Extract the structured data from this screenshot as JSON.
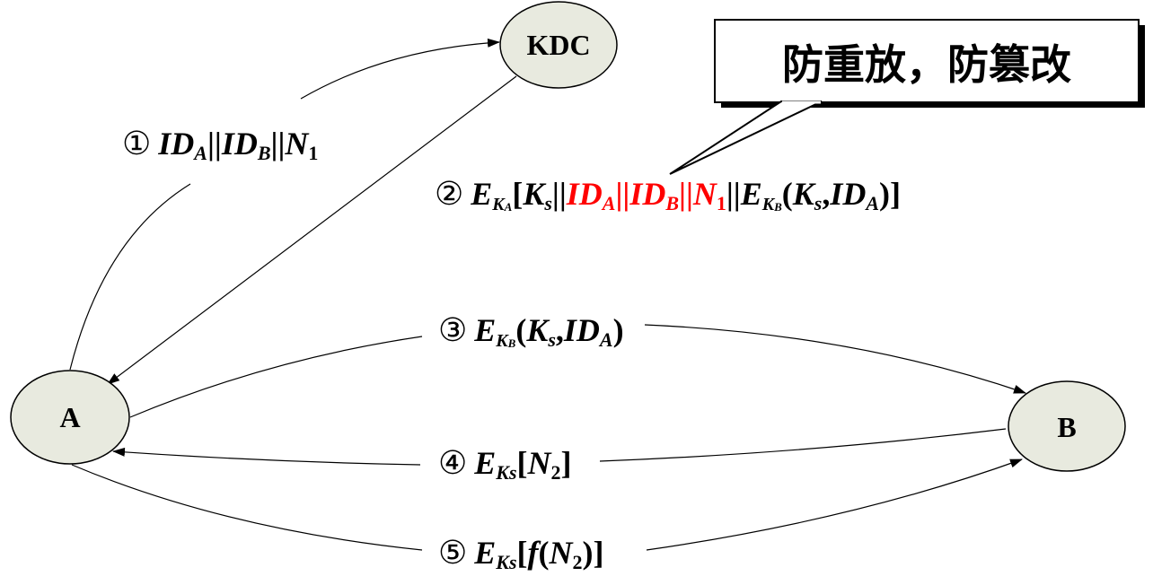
{
  "nodes": {
    "kdc": "KDC",
    "a": "A",
    "b": "B"
  },
  "callout": {
    "text": "防重放，防篡改"
  },
  "messages": {
    "m1": {
      "num": "①",
      "id": "ID",
      "sub_a": "A",
      "sep": "||",
      "sub_b": "B",
      "n": "N",
      "n_sub": "1"
    },
    "m2": {
      "num": "②",
      "e": "E",
      "k": "K",
      "a": "A",
      "b": "B",
      "s": "s",
      "id": "ID",
      "n": "N",
      "n_sub": "1",
      "open_bracket": "[",
      "close_bracket": "]",
      "sep": "||",
      "open_paren": "(",
      "close_paren": ")",
      "comma": ","
    },
    "m3": {
      "num": "③",
      "e": "E",
      "k": "K",
      "b": "B",
      "s": "s",
      "id": "ID",
      "a": "A",
      "open_paren": "(",
      "close_paren": ")",
      "comma": ","
    },
    "m4": {
      "num": "④",
      "e": "E",
      "ks": "Ks",
      "n": "N",
      "n_sub": "2",
      "open_bracket": "[",
      "close_bracket": "]"
    },
    "m5": {
      "num": "⑤",
      "e": "E",
      "ks": "Ks",
      "f": "f",
      "n": "N",
      "n_sub": "2",
      "open_bracket": "[",
      "close_bracket": "]",
      "open_paren": "(",
      "close_paren": ")"
    }
  },
  "colors": {
    "node_fill": "#e8eadf",
    "highlight": "#ff0000",
    "line": "#000000"
  }
}
